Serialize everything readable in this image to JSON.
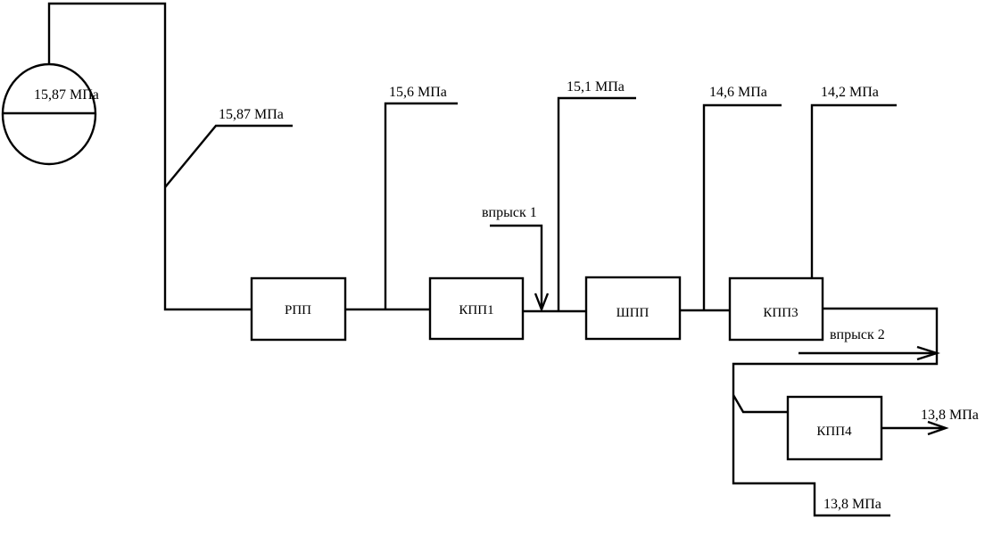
{
  "diagram": {
    "drum": {
      "label": "15,87 МПа"
    },
    "pressures": {
      "after_drum": "15,87 МПа",
      "before_kpp1": "15,6  МПа",
      "before_shpp": "15,1 МПа",
      "before_kpp3": "14,6  МПа",
      "after_kpp3": "14,2  МПа",
      "after_kpp4": "13,8 МПа",
      "bypass": "13,8 МПа"
    },
    "blocks": {
      "rpp": "РПП",
      "kpp1": "КПП1",
      "shpp": "ШПП",
      "kpp3": "КПП3",
      "kpp4": "КПП4"
    },
    "injections": {
      "first": "впрыск 1",
      "second": "впрыск 2"
    }
  }
}
